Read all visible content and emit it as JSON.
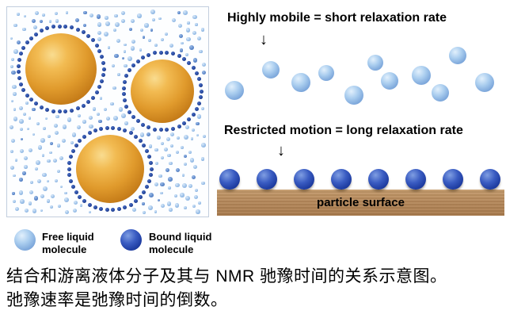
{
  "top_right": {
    "title": "Highly mobile = short relaxation rate",
    "arrow": "↓"
  },
  "bottom_right": {
    "title": "Restricted motion = long relaxation rate",
    "arrow": "↓",
    "surface_label": "particle surface"
  },
  "legend": {
    "free": "Free liquid molecule",
    "bound": "Bound liquid molecule"
  },
  "caption": {
    "line1": "结合和游离液体分子及其与 NMR 驰豫时间的关系示意图。",
    "line2": "弛豫速率是弛豫时间的倒数。"
  },
  "figure": {
    "particle_count": 3,
    "free_molecule_count": 11,
    "bound_molecule_count": 8
  },
  "colors": {
    "free_molecule": "#7fa9dc",
    "bound_molecule": "#1c3a9e",
    "particle_orange": "#e09a2c",
    "surface_brown": "#b5885a"
  }
}
